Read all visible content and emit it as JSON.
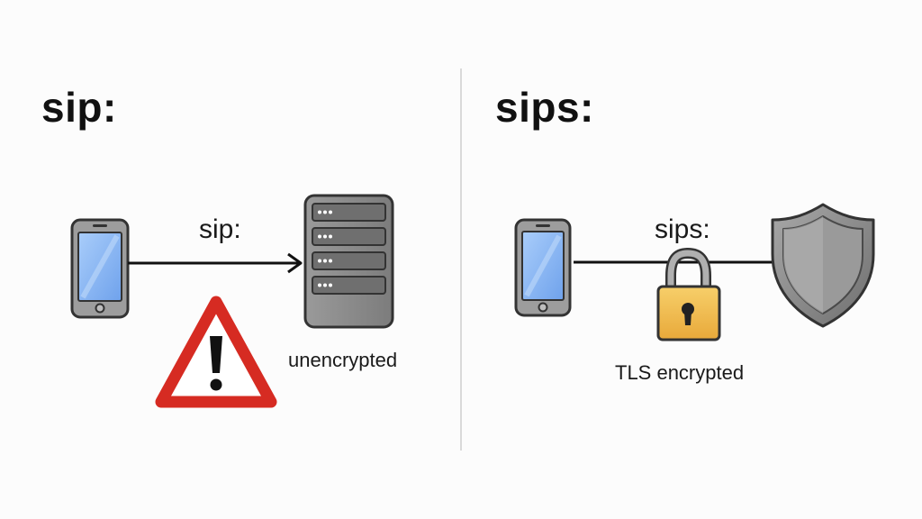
{
  "left_panel": {
    "title": "sip:",
    "link_label": "sip:",
    "caption": "unencrypted"
  },
  "right_panel": {
    "title": "sips:",
    "link_label": "sips:",
    "caption": "TLS encrypted"
  },
  "icons": {
    "left_device": "smartphone-icon",
    "server": "server-icon",
    "warning": "warning-triangle-icon",
    "right_device": "smartphone-icon",
    "lock": "padlock-icon",
    "shield": "shield-icon"
  },
  "colors": {
    "warning_red": "#d62b22",
    "lock_gold": "#f3bf4f",
    "shield_gray": "#8d8d8d",
    "server_gray": "#8a8a8a",
    "screen_blue": "#8fb9f2"
  }
}
